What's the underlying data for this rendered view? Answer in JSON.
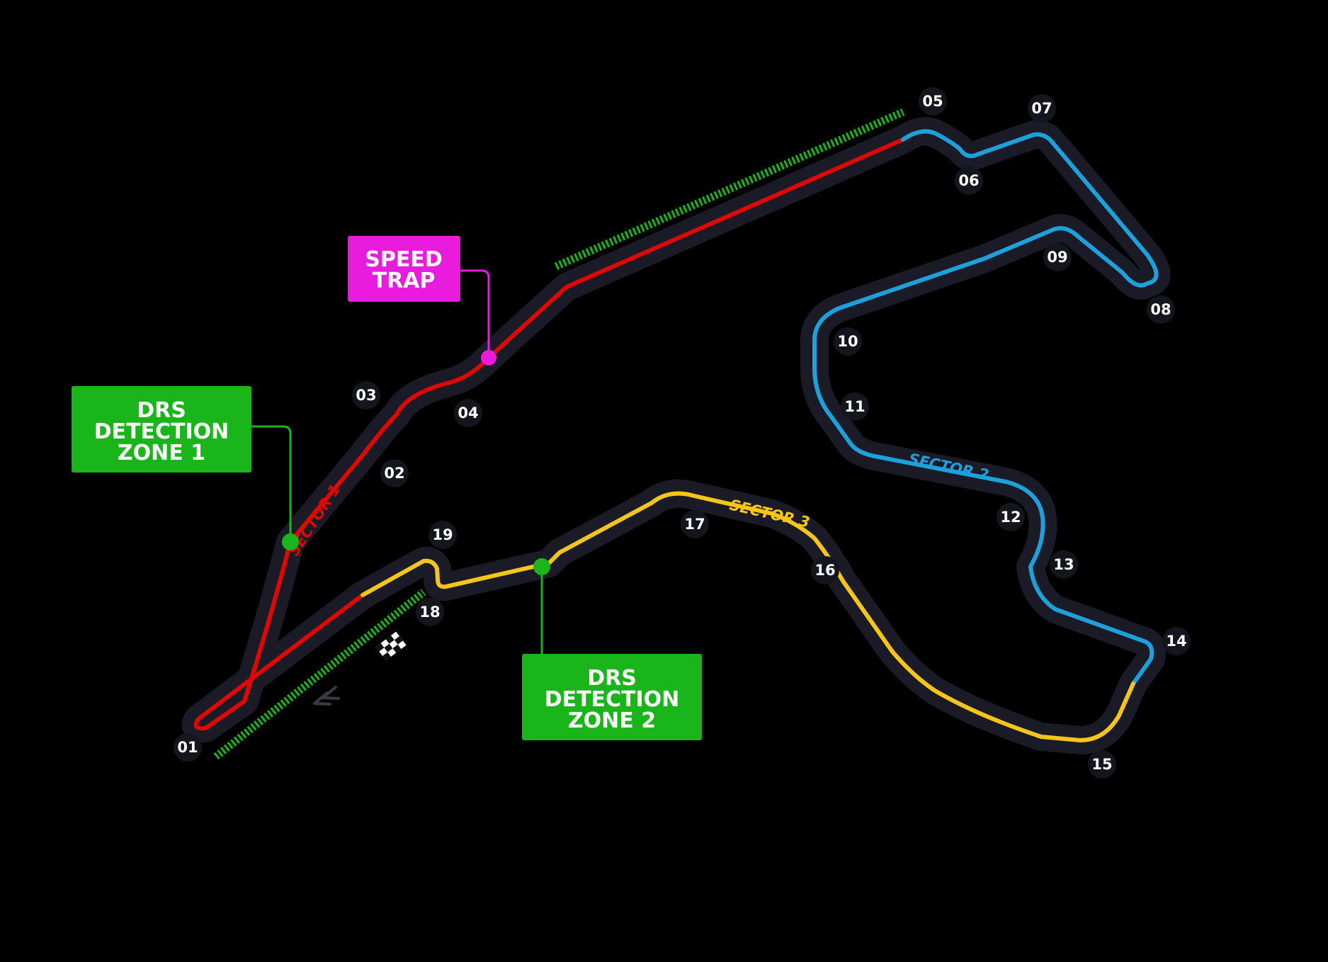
{
  "colors": {
    "background": "#000000",
    "track_casing": "#1b1b27",
    "sector1": "#e10600",
    "sector2": "#1da1dc",
    "sector3": "#f5c518",
    "drs_zone": "#1ab51a",
    "speed_trap": "#e91bdc",
    "corner_badge": "#15151e",
    "text": "#ffffff"
  },
  "corners": [
    {
      "label": "01"
    },
    {
      "label": "02"
    },
    {
      "label": "03"
    },
    {
      "label": "04"
    },
    {
      "label": "05"
    },
    {
      "label": "06"
    },
    {
      "label": "07"
    },
    {
      "label": "08"
    },
    {
      "label": "09"
    },
    {
      "label": "10"
    },
    {
      "label": "11"
    },
    {
      "label": "12"
    },
    {
      "label": "13"
    },
    {
      "label": "14"
    },
    {
      "label": "15"
    },
    {
      "label": "16"
    },
    {
      "label": "17"
    },
    {
      "label": "18"
    },
    {
      "label": "19"
    }
  ],
  "sectors": [
    {
      "label": "SECTOR 1",
      "color": "#e10600"
    },
    {
      "label": "SECTOR 2",
      "color": "#1da1dc"
    },
    {
      "label": "SECTOR 3",
      "color": "#f5c518"
    }
  ],
  "callouts": {
    "speed_trap": {
      "lines": [
        "SPEED",
        "TRAP"
      ]
    },
    "drs_detection_1": {
      "lines": [
        "DRS",
        "DETECTION",
        "ZONE 1"
      ]
    },
    "drs_detection_2": {
      "lines": [
        "DRS",
        "DETECTION",
        "ZONE 2"
      ]
    }
  },
  "icons": {
    "finish_line": "checkered-flag-icon",
    "direction": "chevron-left-double-icon"
  }
}
